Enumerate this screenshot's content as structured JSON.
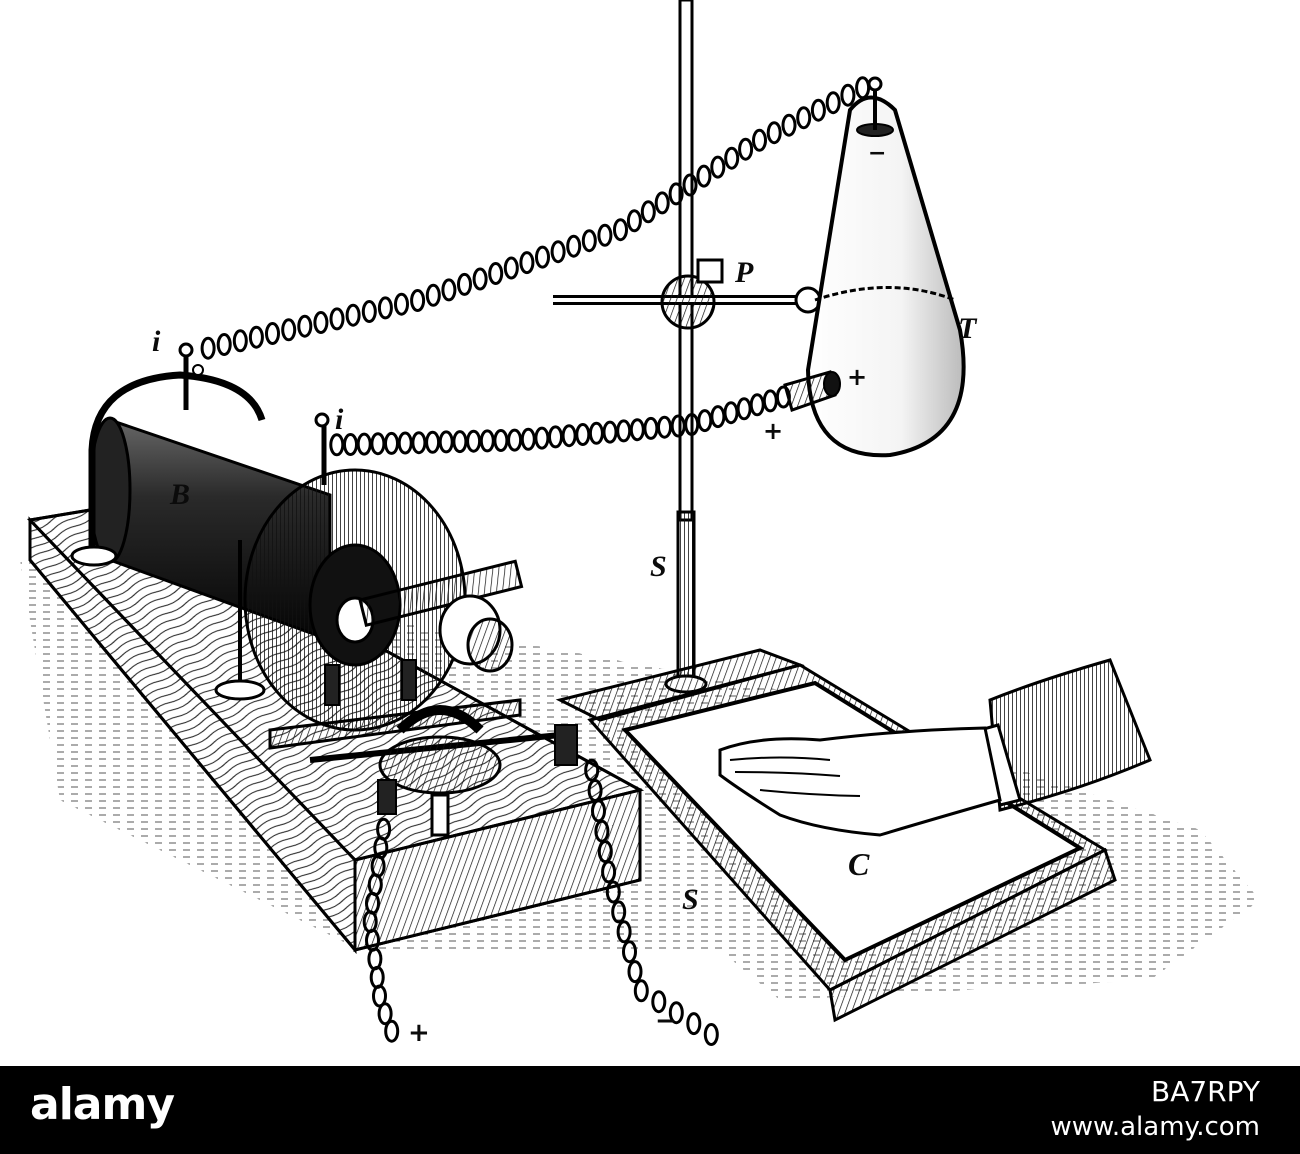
{
  "illustration": {
    "labels": {
      "i_upper": "i",
      "i_lower": "i",
      "B": "B",
      "P": "P",
      "T": "T",
      "S_upper": "S",
      "S_lower": "S",
      "C": "C"
    },
    "signs": {
      "tube_top": "−",
      "tube_side": "+",
      "wire_plus": "+",
      "lead_plus": "+",
      "lead_minus": "−"
    }
  },
  "watermark": {
    "logo": "alamy",
    "image_id": "BA7RPY",
    "site": "www.alamy.com"
  }
}
